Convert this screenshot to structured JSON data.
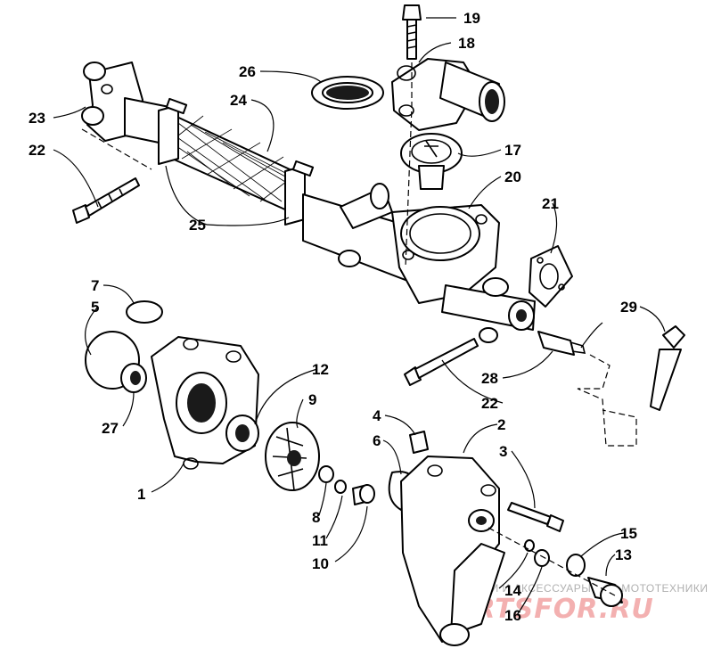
{
  "callouts": {
    "c1": "1",
    "c2": "2",
    "c3": "3",
    "c4": "4",
    "c5": "5",
    "c6": "6",
    "c7": "7",
    "c8": "8",
    "c9": "9",
    "c10": "10",
    "c11": "11",
    "c12": "12",
    "c13": "13",
    "c14": "14",
    "c15": "15",
    "c16": "16",
    "c17": "17",
    "c18": "18",
    "c19": "19",
    "c20": "20",
    "c21": "21",
    "c22a": "22",
    "c22b": "22",
    "c23": "23",
    "c24": "24",
    "c25": "25",
    "c26": "26",
    "c27": "27",
    "c28": "28",
    "c29": "29"
  },
  "watermark": {
    "caption": "ЗАПЧАСТИ И АКСЕССУАРЫ ДЛЯ МОТОТЕХНИКИ",
    "brand": "PARTSFOR.RU",
    "color": "#f3b0b0"
  }
}
